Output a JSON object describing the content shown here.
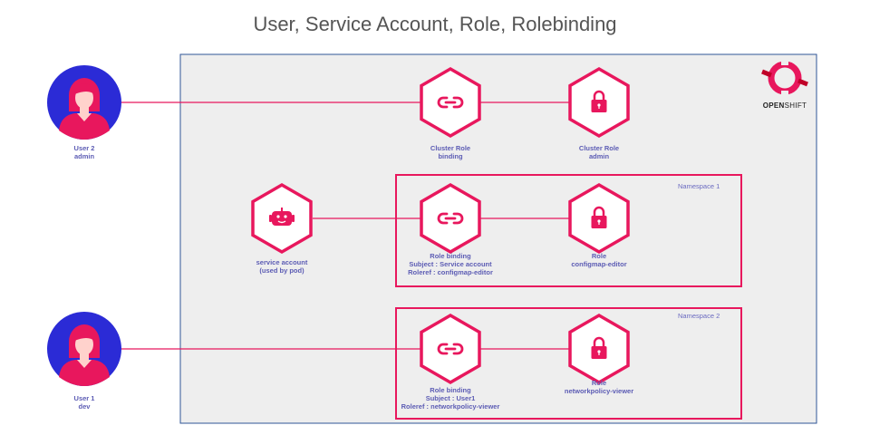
{
  "title": "User, Service Account, Role, Rolebinding",
  "logo": {
    "name": "openshift-logo",
    "text_open": "OPEN",
    "text_shift": "SHIFT"
  },
  "users": [
    {
      "id": "user-2",
      "line1": "User 2",
      "line2": "admin"
    },
    {
      "id": "user-1",
      "line1": "User 1",
      "line2": "dev"
    }
  ],
  "cluster": {
    "binding": {
      "line1": "Cluster Role",
      "line2": "binding"
    },
    "role": {
      "line1": "Cluster Role",
      "line2": "admin"
    }
  },
  "namespace1": {
    "label": "Namespace 1",
    "service_account": {
      "line1": "service account",
      "line2": "(used by pod)"
    },
    "binding": {
      "line1": "Role binding",
      "line2": "Subject : Service account",
      "line3": "Roleref : configmap-editor"
    },
    "role": {
      "line1": "Role",
      "line2": "configmap-editor"
    }
  },
  "namespace2": {
    "label": "Namespace 2",
    "binding": {
      "line1": "Role binding",
      "line2": "Subject : User1",
      "line3": "Roleref : networkpolicy-viewer"
    },
    "role": {
      "line1": "Role",
      "line2": "networkpolicy-viewer"
    }
  },
  "colors": {
    "accent": "#e8175d",
    "label": "#5c5cb4",
    "panel_bg": "#eeeeee",
    "panel_border": "#2f5597",
    "avatar_bg": "#2b2bd6",
    "title": "#555555"
  }
}
